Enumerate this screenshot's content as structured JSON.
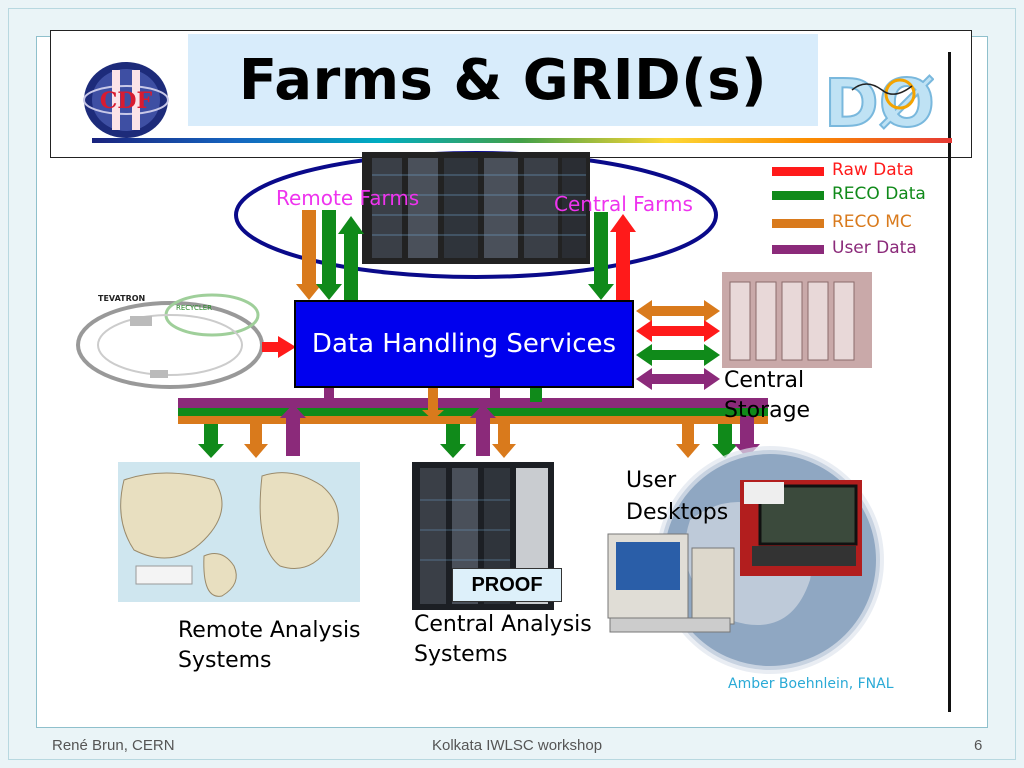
{
  "slide": {
    "title": "Farms & GRID(s)",
    "page_number": "6"
  },
  "footer": {
    "left": "René Brun, CERN",
    "center": "Kolkata IWLSC workshop",
    "right": "6"
  },
  "logos": {
    "cdf": "CDF",
    "d0": "DØ"
  },
  "legend": [
    {
      "label": "Raw Data",
      "color": "#ff1a1a"
    },
    {
      "label": "RECO Data",
      "color": "#108a1a"
    },
    {
      "label": "RECO MC",
      "color": "#d97a1c"
    },
    {
      "label": "User Data",
      "color": "#8b2a7a"
    }
  ],
  "diagram": {
    "remote_farms": "Remote Farms",
    "central_farms": "Central Farms",
    "data_handling": "Data Handling Services",
    "central_storage_line1": "Central",
    "central_storage_line2": "Storage",
    "tevatron": "TEVATRON",
    "recycler": "RECYCLER",
    "user_desktops_line1": "User",
    "user_desktops_line2": "Desktops",
    "proof": "PROOF",
    "remote_analysis_line1": "Remote Analysis",
    "remote_analysis_line2": "Systems",
    "central_analysis_line1": "Central Analysis",
    "central_analysis_line2": "Systems",
    "credit": "Amber Boehnlein, FNAL"
  },
  "colors": {
    "raw": "#ff1a1a",
    "reco": "#108a1a",
    "mc": "#d97a1c",
    "user": "#8b2a7a",
    "dhs": "#0000ee",
    "farm_label": "#ee33ee",
    "ellipse": "#0a0a8a"
  }
}
